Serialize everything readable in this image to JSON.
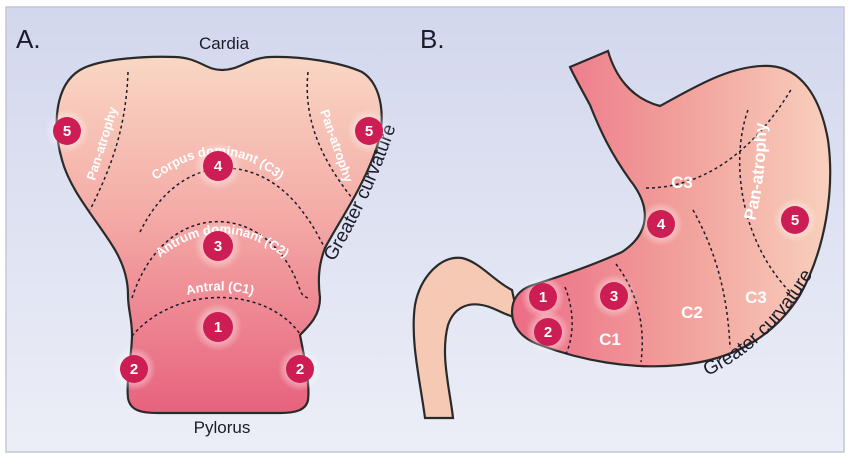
{
  "panel_a": {
    "label": "A.",
    "top_label": "Cardia",
    "bottom_label": "Pylorus",
    "curvature_label": "Greater curvature",
    "zones": {
      "pan_left": "Pan-atrophy",
      "pan_right": "Pan-atrophy",
      "corpus": "Corpus dominant (C3)",
      "antrum": "Antrum dominant (C2)",
      "antral": "Antral (C1)"
    },
    "badges": [
      "5",
      "5",
      "4",
      "3",
      "1",
      "2",
      "2"
    ]
  },
  "panel_b": {
    "label": "B.",
    "curvature_label": "Greater curvature",
    "zones": {
      "pan": "Pan-atrophy",
      "c3_top": "C3",
      "c3_right": "C3",
      "c2": "C2",
      "c1": "C1"
    },
    "badges": [
      "1",
      "2",
      "3",
      "4",
      "5"
    ]
  },
  "colors": {
    "badge": "#cc1d54",
    "background_top": "#d6daee",
    "background_bottom": "#eceef7",
    "stomach_light": "#f8d2be",
    "stomach_dark": "#ea6580"
  }
}
